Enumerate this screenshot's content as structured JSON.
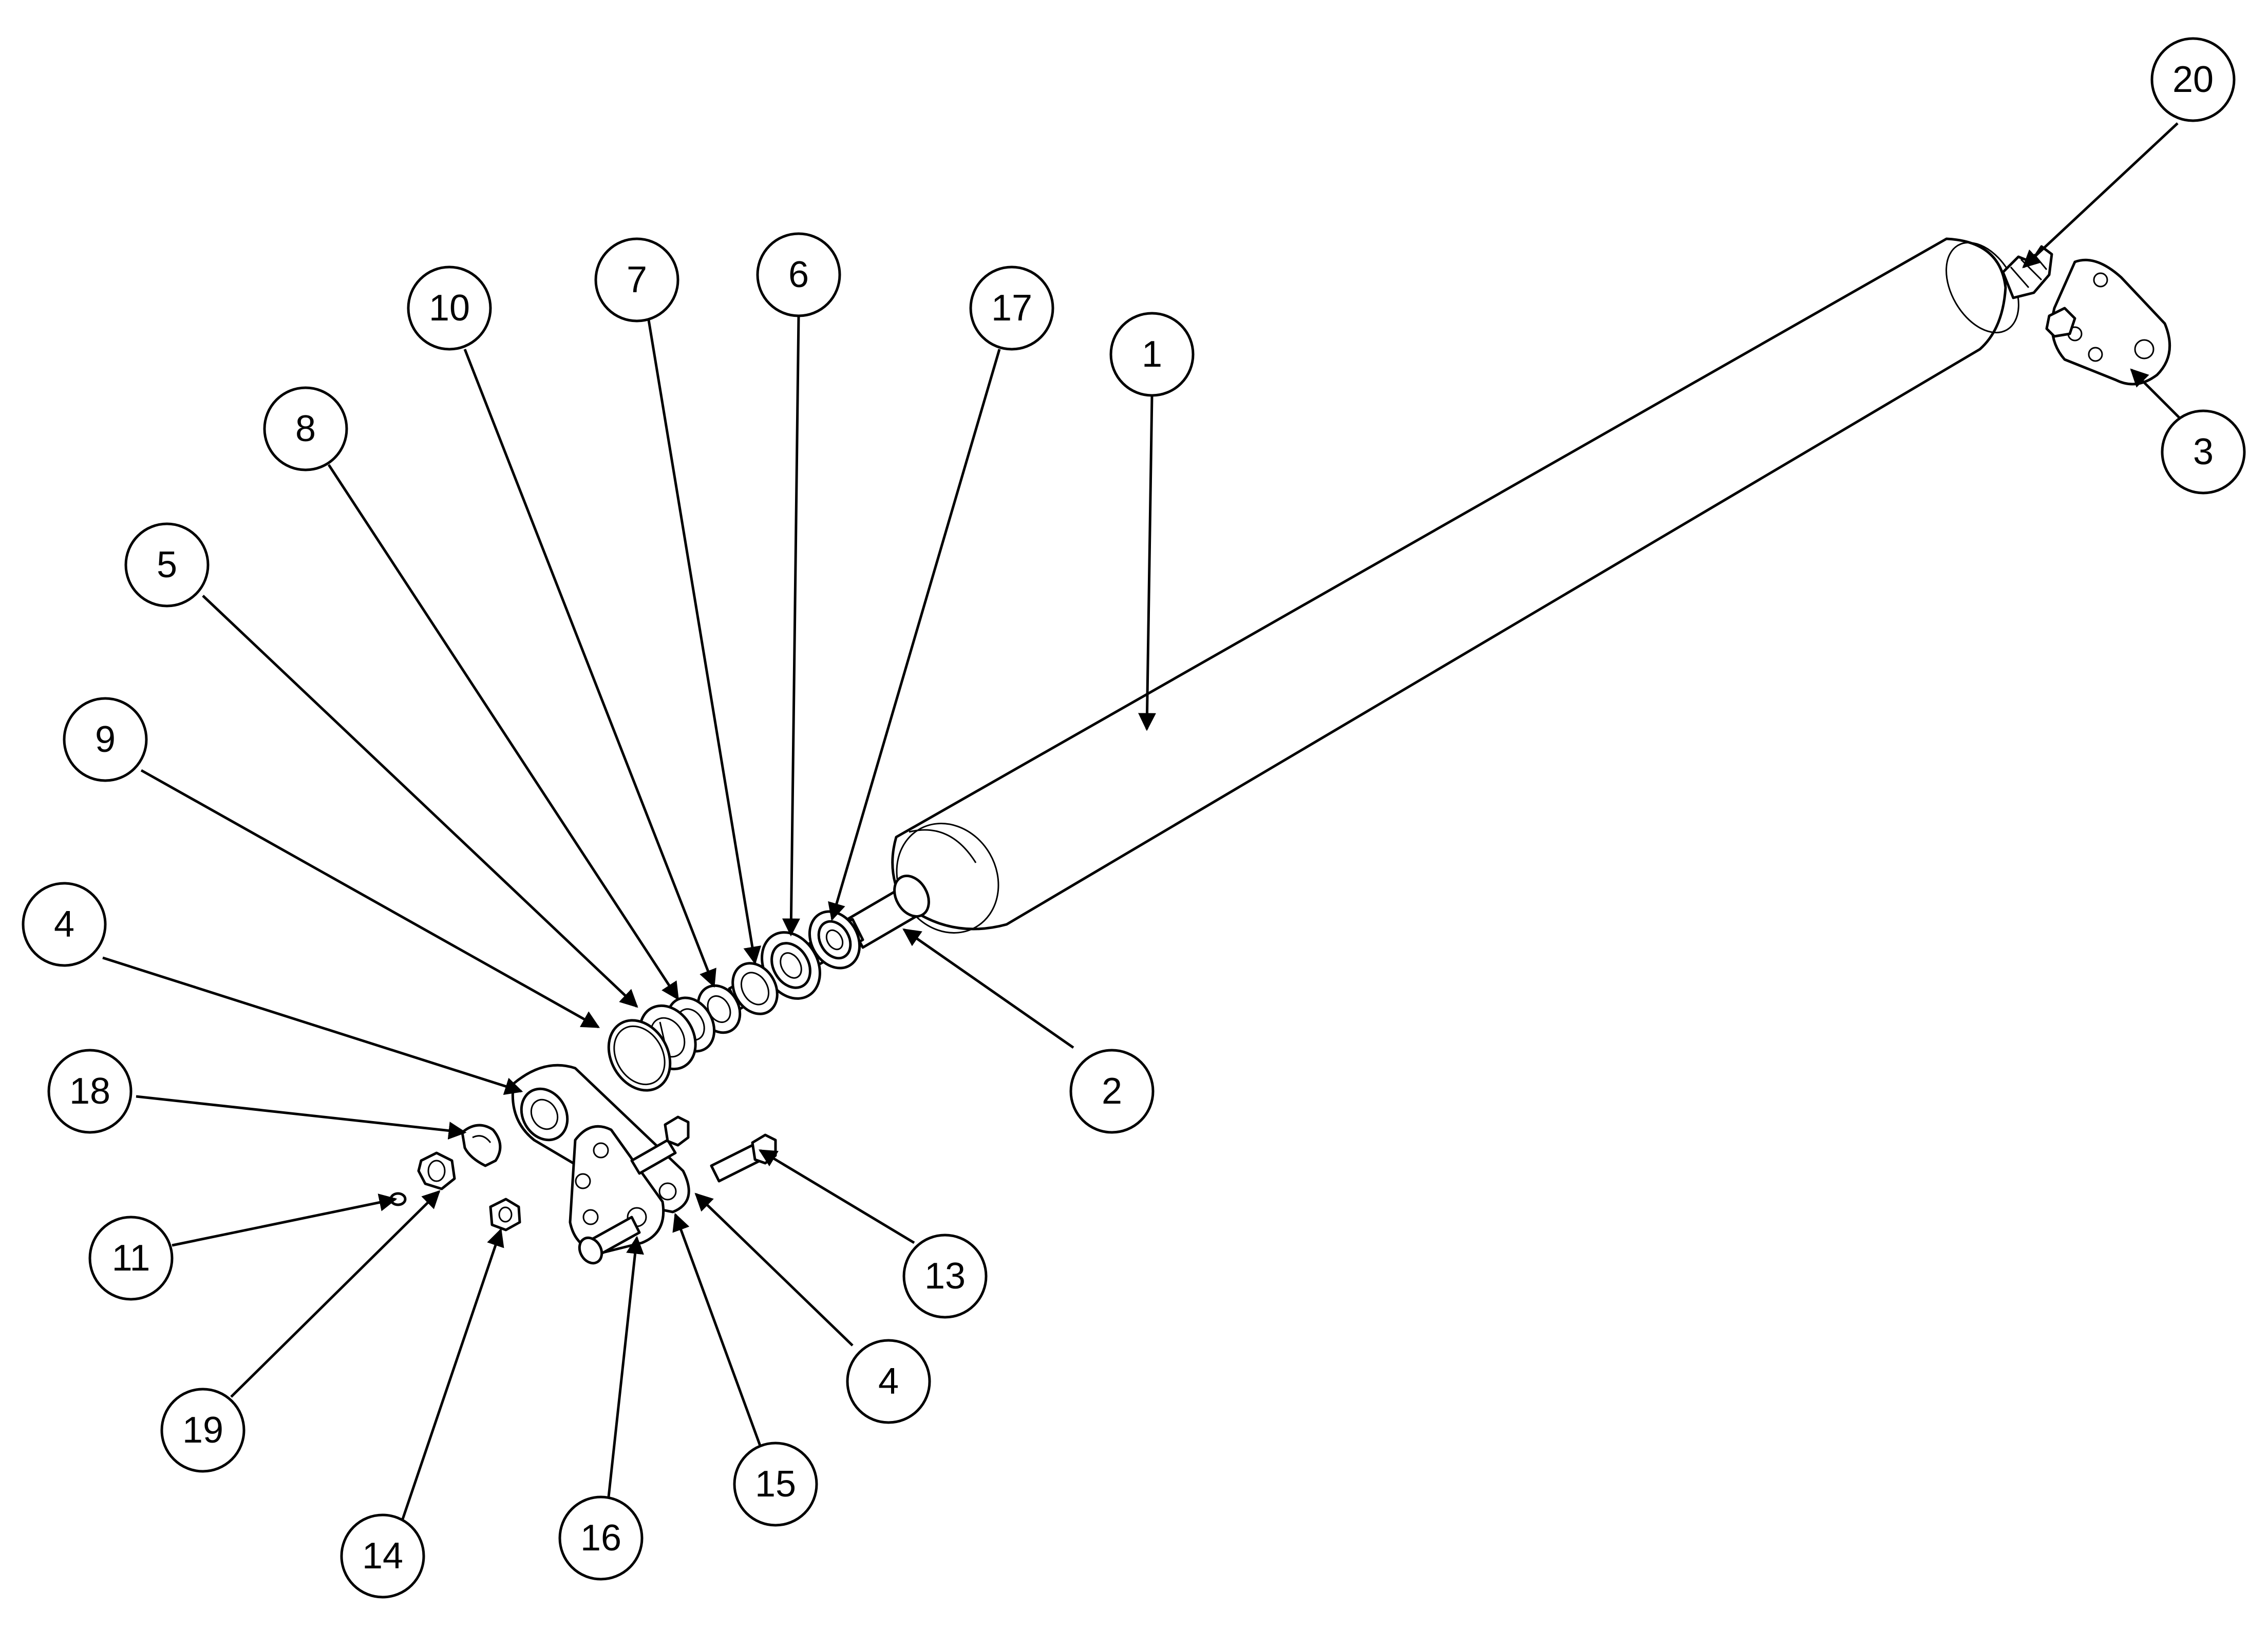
{
  "callouts": [
    {
      "id": "c20",
      "label": "20"
    },
    {
      "id": "c3",
      "label": "3"
    },
    {
      "id": "c1",
      "label": "1"
    },
    {
      "id": "c17",
      "label": "17"
    },
    {
      "id": "c6",
      "label": "6"
    },
    {
      "id": "c7",
      "label": "7"
    },
    {
      "id": "c10",
      "label": "10"
    },
    {
      "id": "c8",
      "label": "8"
    },
    {
      "id": "c5",
      "label": "5"
    },
    {
      "id": "c9",
      "label": "9"
    },
    {
      "id": "c4a",
      "label": "4"
    },
    {
      "id": "c2",
      "label": "2"
    },
    {
      "id": "c18",
      "label": "18"
    },
    {
      "id": "c11",
      "label": "11"
    },
    {
      "id": "c13",
      "label": "13"
    },
    {
      "id": "c4b",
      "label": "4"
    },
    {
      "id": "c19",
      "label": "19"
    },
    {
      "id": "c15",
      "label": "15"
    },
    {
      "id": "c14",
      "label": "14"
    },
    {
      "id": "c16",
      "label": "16"
    }
  ]
}
